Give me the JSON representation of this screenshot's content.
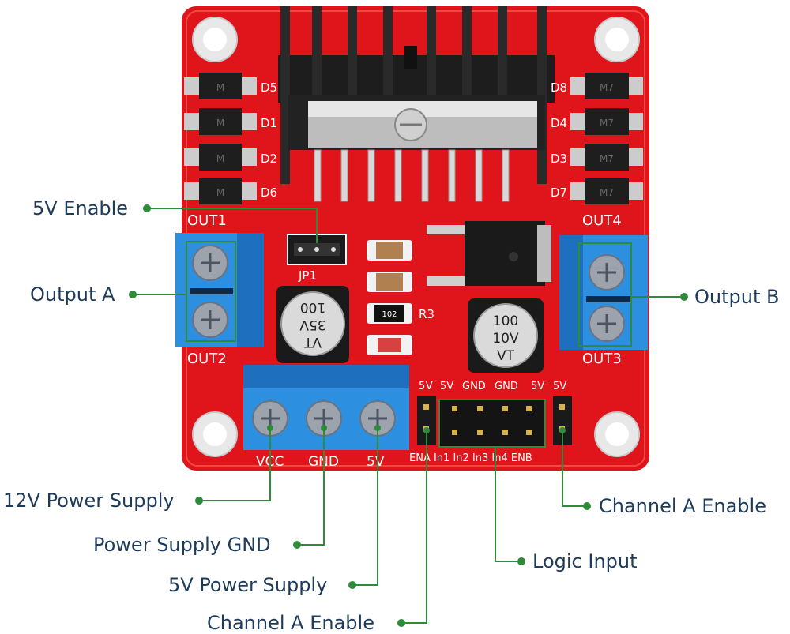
{
  "board": {
    "diodes_left": [
      "D5",
      "D1",
      "D2",
      "D6"
    ],
    "diodes_right": [
      "D8",
      "D4",
      "D3",
      "D7"
    ],
    "diode_mark_left": "M",
    "diode_mark_right": "M7",
    "out1": "OUT1",
    "out2": "OUT2",
    "out3": "OUT3",
    "out4": "OUT4",
    "jp1": "JP1",
    "r3": "R3",
    "resistor_code": "102",
    "cap_left": [
      "VT",
      "35V",
      "100"
    ],
    "cap_right": [
      "100",
      "10V",
      "VT"
    ],
    "power_pins": [
      "VCC",
      "GND",
      "5V"
    ],
    "header_top": [
      "5V",
      "5V",
      "GND",
      "GND",
      "5V",
      "5V"
    ],
    "header_bottom": "ENA In1 In2 In3 In4 ENB"
  },
  "callouts": {
    "enable_5v": "5V Enable",
    "output_a": "Output A",
    "output_b": "Output B",
    "supply_12v": "12V Power Supply",
    "supply_gnd": "Power Supply GND",
    "supply_5v": "5V Power Supply",
    "channel_enable_left": "Channel A Enable",
    "logic_input": "Logic Input",
    "channel_enable_right": "Channel A Enable"
  },
  "colors": {
    "pcb": "#e0141b",
    "terminal": "#2d8fe0",
    "leader": "#2e8b3a",
    "text": "#1f3b5a"
  }
}
